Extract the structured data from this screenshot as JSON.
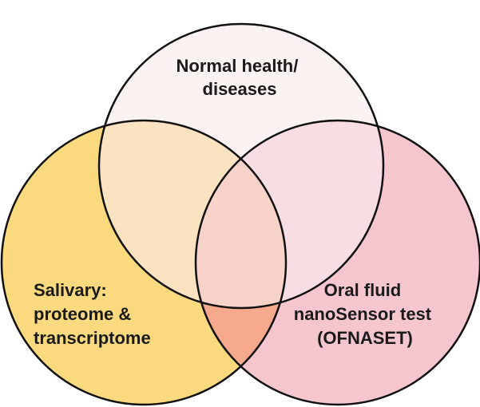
{
  "diagram": {
    "type": "venn",
    "sets": [
      {
        "id": "top",
        "label_lines": [
          "Normal health/",
          "diseases"
        ],
        "fill": "#fbf2f2"
      },
      {
        "id": "left",
        "label_lines": [
          "Salivary:",
          "proteome &",
          "transcriptome"
        ],
        "fill": "#fbd97e"
      },
      {
        "id": "right",
        "label_lines": [
          "Oral fluid",
          "nanoSensor test",
          "(OFNASET)"
        ],
        "fill": "#f6c6cf"
      }
    ],
    "overlaps": {
      "top_left": "#fbe3c2",
      "top_right": "#f8dde2",
      "left_right": "#f6a98c",
      "center": "#f8d3c9"
    },
    "stroke_color": "#111111"
  }
}
